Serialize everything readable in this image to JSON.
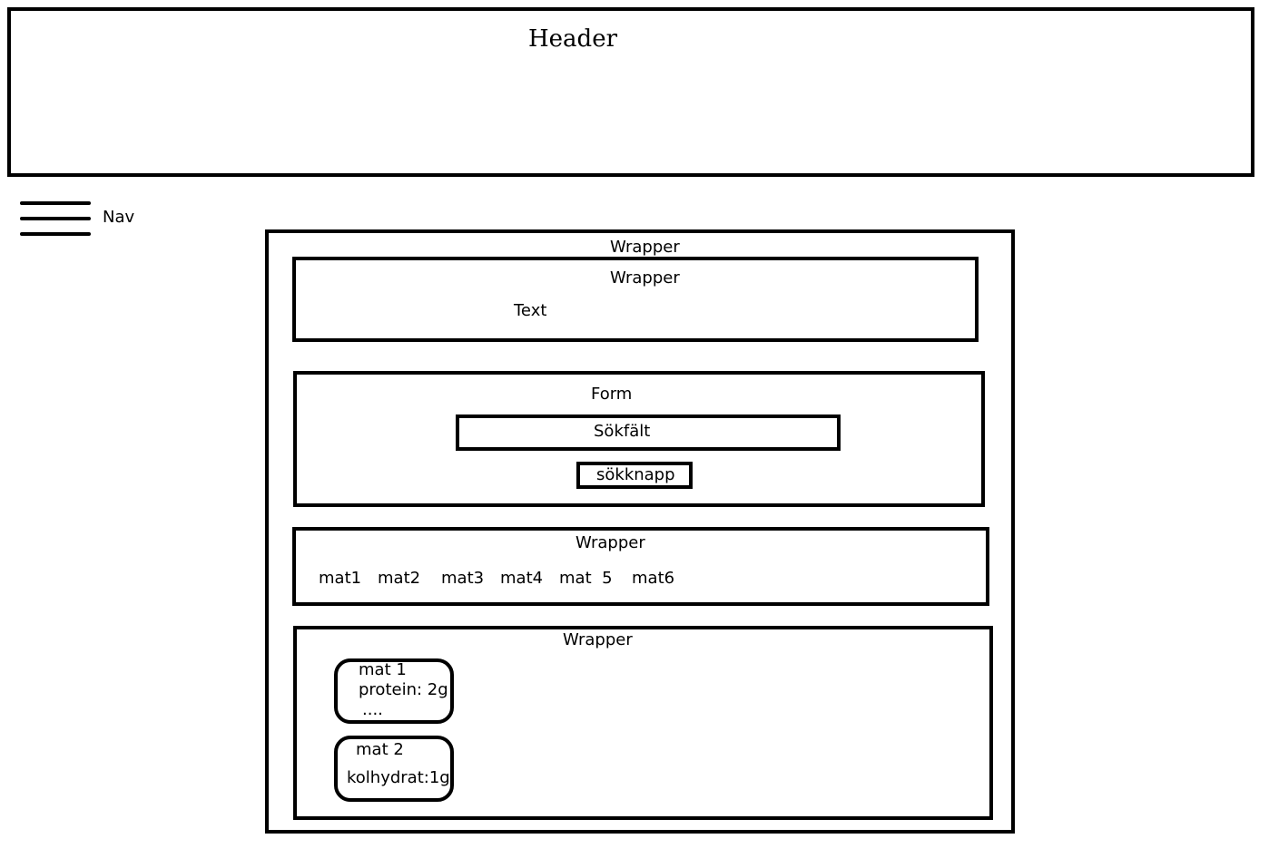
{
  "header": {
    "title": "Header"
  },
  "nav": {
    "label": "Nav",
    "icon": "hamburger-menu-icon"
  },
  "outer_wrapper": {
    "label": "Wrapper"
  },
  "text_wrapper": {
    "label": "Wrapper",
    "text": "Text"
  },
  "form": {
    "label": "Form",
    "search_field": "Sökfält",
    "search_button": "sökknapp"
  },
  "food_list": {
    "label": "Wrapper",
    "items": [
      "mat1",
      "mat2",
      "mat3",
      "mat4",
      "mat  5",
      "mat6"
    ]
  },
  "cards": {
    "label": "Wrapper",
    "items": [
      {
        "line1": "mat 1",
        "line2": "protein: 2g",
        "line3": "...."
      },
      {
        "line1": "mat 2",
        "line2": "kolhydrat:1g"
      }
    ]
  }
}
